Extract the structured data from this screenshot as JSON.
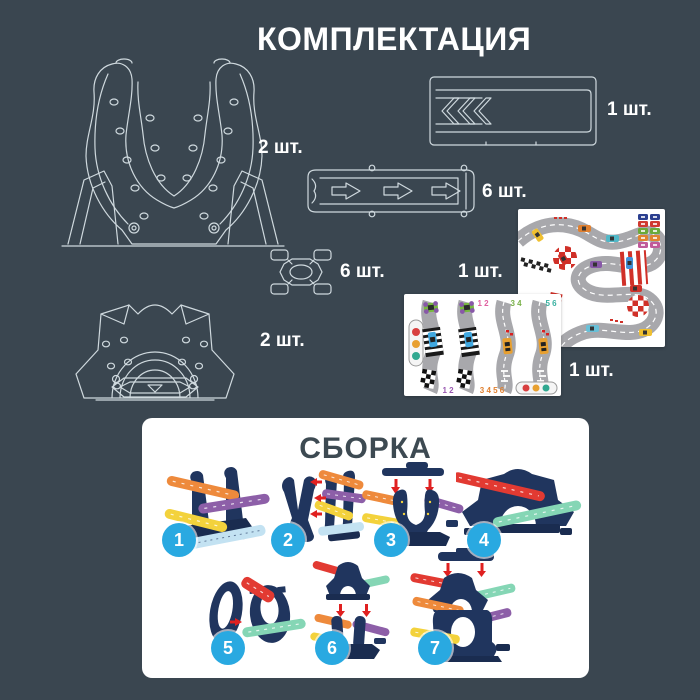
{
  "title": "КОМПЛЕКТАЦИЯ",
  "parts": {
    "u_support": {
      "qty": "2 шт."
    },
    "launcher": {
      "qty": "1 шт."
    },
    "straight_track": {
      "qty": "6 шт."
    },
    "car": {
      "qty": "6 шт."
    },
    "arch_support": {
      "qty": "2 шт."
    },
    "sticker_sheet_track": {
      "qty": "1 шт."
    },
    "sticker_sheet_strips": {
      "qty": "1 шт.",
      "numbers_top": [
        "1 2",
        "3 4",
        "5 6"
      ],
      "numbers_bottom": [
        "1 2",
        "3 4 5 6"
      ]
    }
  },
  "assembly": {
    "title": "СБОРКА",
    "steps": [
      {
        "number": "1"
      },
      {
        "number": "2"
      },
      {
        "number": "3"
      },
      {
        "number": "4"
      },
      {
        "number": "5"
      },
      {
        "number": "6"
      },
      {
        "number": "7"
      }
    ]
  },
  "colors": {
    "background": "#3a4650",
    "wireframe": "#cfd9de",
    "accent_blue": "#29a9e1",
    "navy": "#20355e",
    "orange": "#ee8a3c",
    "purple": "#8d5fa8",
    "yellow": "#f3d23c",
    "light_blue": "#c3e2f2",
    "red": "#e23a32",
    "teal": "#85d6b5",
    "road_gray": "#a8a8ac"
  }
}
